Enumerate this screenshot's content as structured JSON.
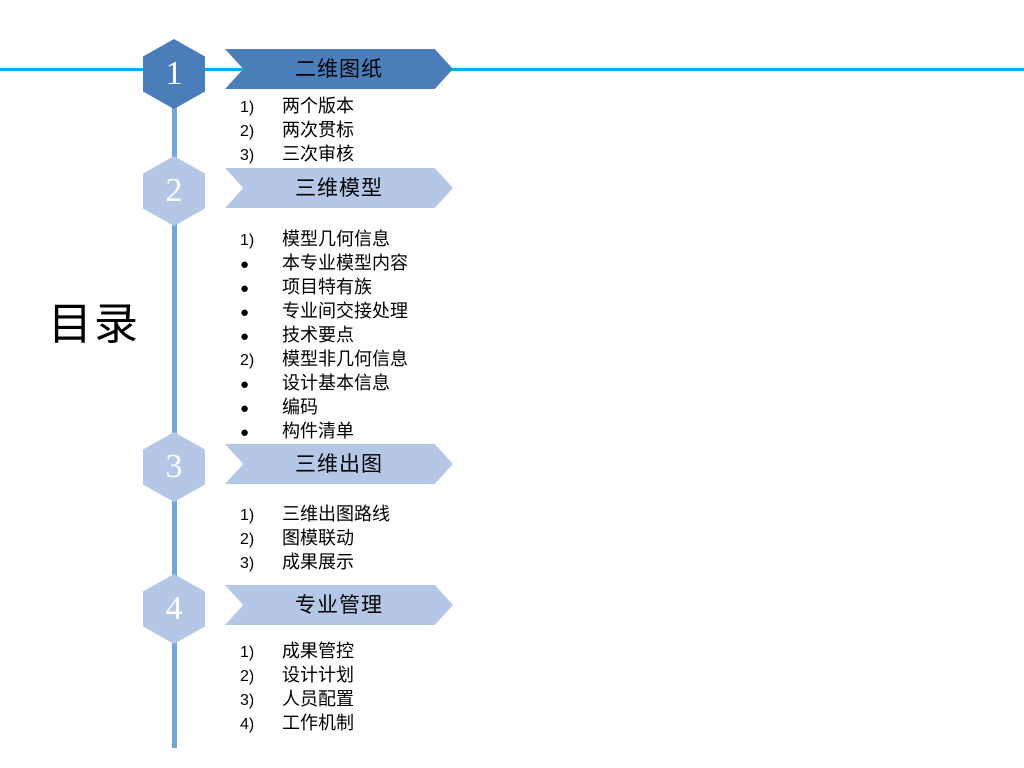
{
  "slide": {
    "page_title": "目录",
    "accent_rule_color": "#00b0f0",
    "spine_color": "#6fa8dc"
  },
  "sections": [
    {
      "number": "1",
      "banner_label": "二维图纸",
      "hex_color": "#4a7ebb",
      "banner_color": "#4a7ebb",
      "items": [
        {
          "marker": "1)",
          "text": "两个版本"
        },
        {
          "marker": "2)",
          "text": "两次贯标"
        },
        {
          "marker": "3)",
          "text": "三次审核"
        }
      ]
    },
    {
      "number": "2",
      "banner_label": "三维模型",
      "hex_color": "#b4c7e7",
      "banner_color": "#b4c7e7",
      "items": [
        {
          "marker": "1)",
          "text": "模型几何信息"
        },
        {
          "marker": "●",
          "text": "本专业模型内容"
        },
        {
          "marker": "●",
          "text": "项目特有族"
        },
        {
          "marker": "●",
          "text": "专业间交接处理"
        },
        {
          "marker": "●",
          "text": "技术要点"
        },
        {
          "marker": "2)",
          "text": "模型非几何信息"
        },
        {
          "marker": "●",
          "text": "设计基本信息"
        },
        {
          "marker": "●",
          "text": "编码"
        },
        {
          "marker": "●",
          "text": "构件清单"
        }
      ]
    },
    {
      "number": "3",
      "banner_label": "三维出图",
      "hex_color": "#b4c7e7",
      "banner_color": "#b4c7e7",
      "items": [
        {
          "marker": "1)",
          "text": "三维出图路线"
        },
        {
          "marker": "2)",
          "text": "图模联动"
        },
        {
          "marker": "3)",
          "text": "成果展示"
        }
      ]
    },
    {
      "number": "4",
      "banner_label": "专业管理",
      "hex_color": "#b4c7e7",
      "banner_color": "#b4c7e7",
      "items": [
        {
          "marker": "1)",
          "text": "成果管控"
        },
        {
          "marker": "2)",
          "text": "设计计划"
        },
        {
          "marker": "3)",
          "text": "人员配置"
        },
        {
          "marker": "4)",
          "text": "工作机制"
        }
      ]
    }
  ]
}
